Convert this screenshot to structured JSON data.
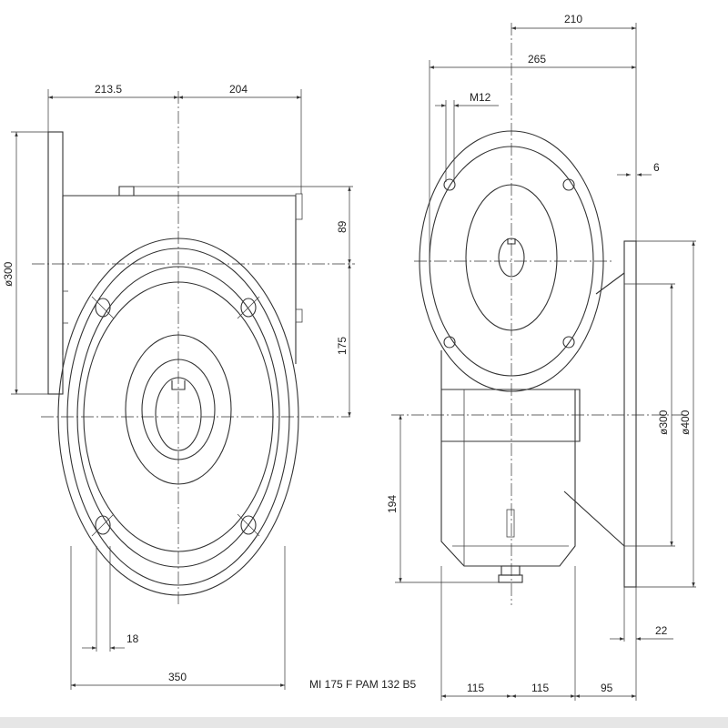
{
  "dimensions": {
    "d_213_5": "213.5",
    "d_204": "204",
    "d_300_left": "ø300",
    "d_89": "89",
    "d_175": "175",
    "d_18": "18",
    "d_350": "350",
    "d_210": "210",
    "d_265": "265",
    "d_M12": "M12",
    "d_6": "6",
    "d_300_right": "ø300",
    "d_400": "ø400",
    "d_194": "194",
    "d_22": "22",
    "d_115_a": "115",
    "d_115_b": "115",
    "d_95": "95"
  },
  "model_label": "MI 175 F PAM 132 B5"
}
